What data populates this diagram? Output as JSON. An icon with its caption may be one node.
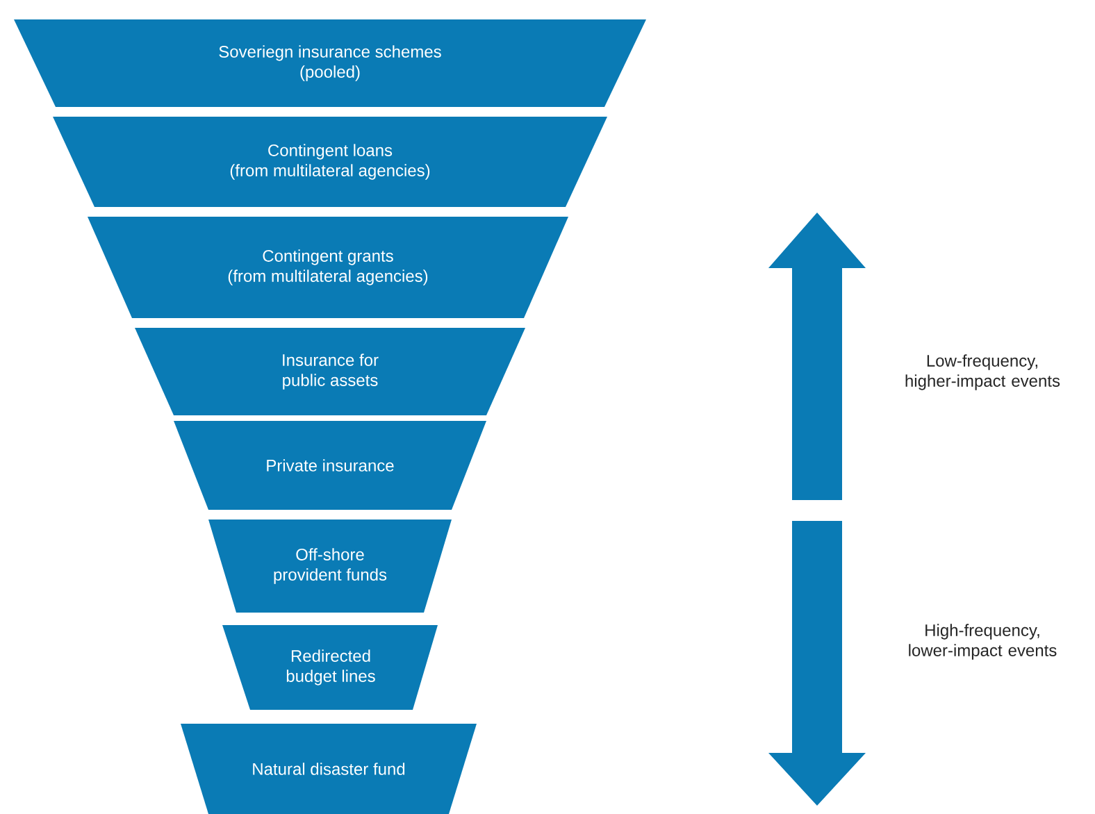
{
  "diagram": {
    "nodes": [
      {
        "text": [
          "Soveriegn insurance schemes",
          "(pooled)"
        ]
      },
      {
        "text": [
          "Contingent loans",
          "(from multilateral agencies)"
        ]
      },
      {
        "text": [
          "Contingent grants",
          "(from multilateral agencies)"
        ]
      },
      {
        "text": [
          "Insurance for",
          "public assets"
        ]
      },
      {
        "text": [
          "Private insurance"
        ]
      },
      {
        "text": [
          "Off-shore",
          "provident funds"
        ]
      },
      {
        "text": [
          "Redirected",
          "budget lines"
        ]
      },
      {
        "text": [
          "Natural disaster fund"
        ]
      }
    ],
    "labels": [
      "Low-frequency, higher-impact events",
      "High-frequency, lower-impact events"
    ]
  }
}
